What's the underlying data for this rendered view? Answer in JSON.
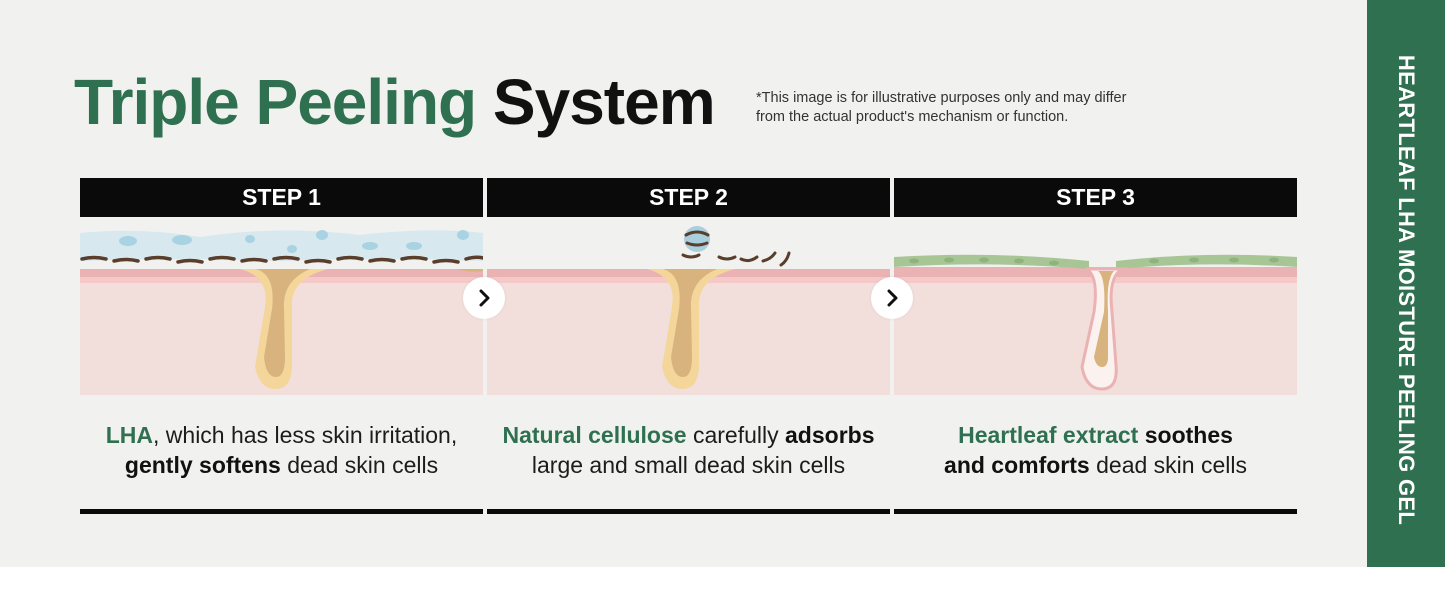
{
  "title": {
    "green": "Triple Peeling",
    "dark": "System"
  },
  "disclaimer": {
    "line1": "*This image is for illustrative purposes only and may differ",
    "line2": "from the actual product's mechanism or function."
  },
  "side_label": "HEARTLEAF LHA MOISTURE PEELING GEL",
  "steps": [
    {
      "label": "STEP 1",
      "caption": {
        "l1_green": "LHA",
        "l1_rest": ", which has less skin irritation,",
        "l2_bold": "gently softens",
        "l2_rest": " dead skin cells"
      }
    },
    {
      "label": "STEP 2",
      "caption": {
        "l1_green": "Natural cellulose",
        "l1_mid": " carefully ",
        "l1_bold": "adsorbs",
        "l2_rest": "large and small dead skin cells"
      }
    },
    {
      "label": "STEP 3",
      "caption": {
        "l1_green": "Heartleaf extract",
        "l1_bold": " soothes",
        "l2_bold": "and comforts",
        "l2_rest": " dead skin cells"
      }
    }
  ],
  "icons": {
    "next": "chevron-right-icon"
  },
  "colors": {
    "brand_green": "#2f7050",
    "header_black": "#0a0a0a",
    "skin": "#f2dfdb",
    "skin_edge": "#eab2b3",
    "sebum": "#d8b37e"
  }
}
